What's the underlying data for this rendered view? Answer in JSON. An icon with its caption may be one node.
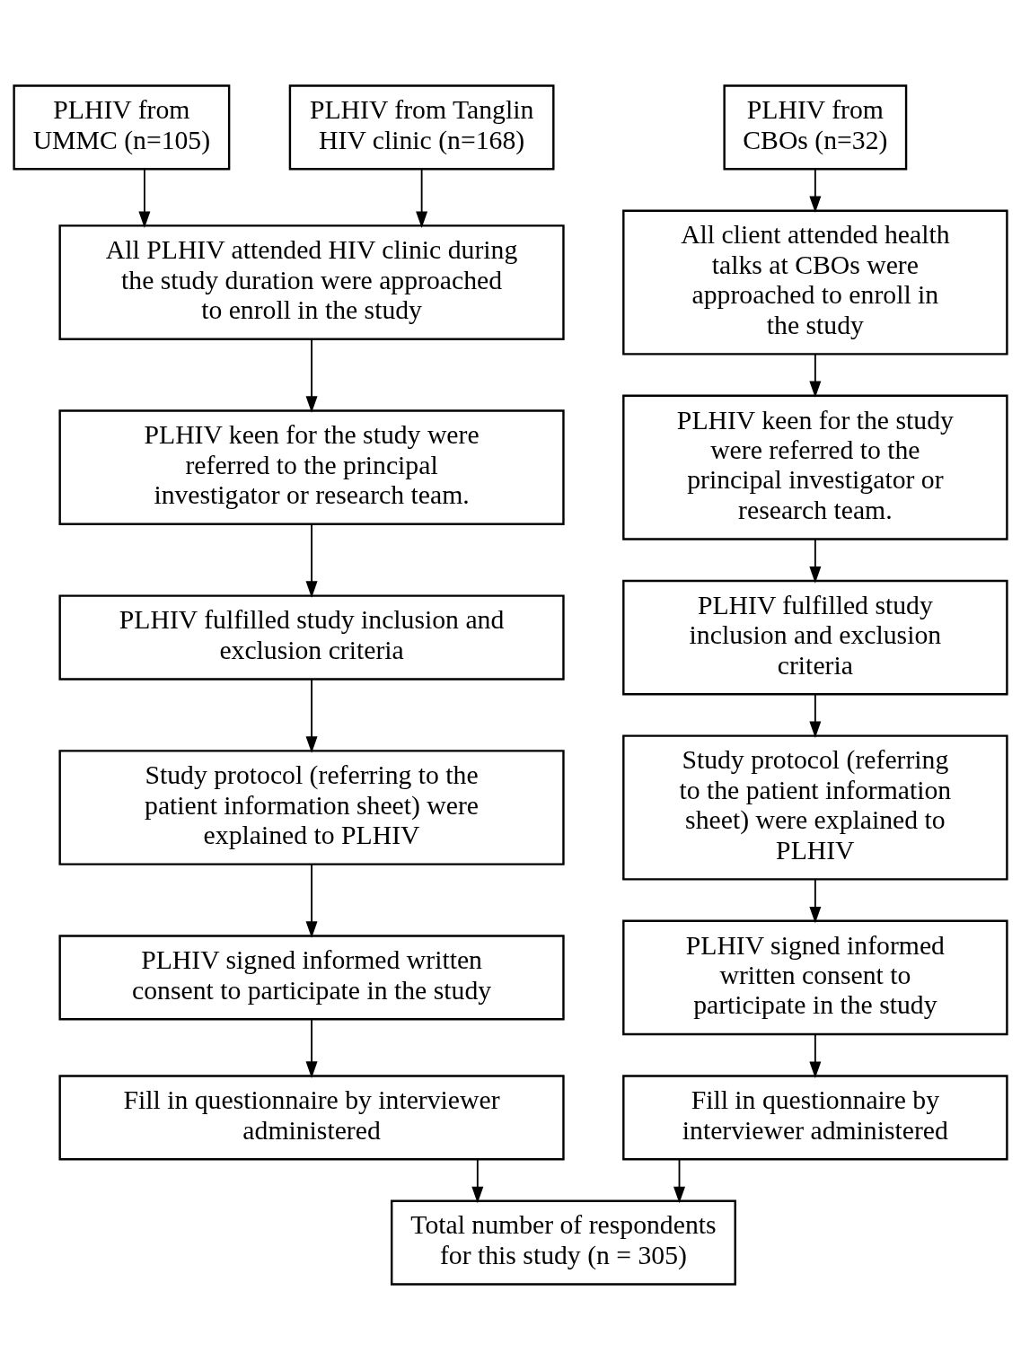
{
  "diagram": {
    "nodes": [
      {
        "text": [
          "PLHIV from UMMC (n=105)"
        ]
      },
      {
        "text": [
          "PLHIV from Tanglin HIV clinic (n=168)"
        ]
      },
      {
        "text": [
          "PLHIV from CBOs (n=32)"
        ]
      },
      {
        "text": [
          "All PLHIV attended HIV clinic during the study duration were approached to enroll in the study"
        ]
      },
      {
        "text": [
          "All client attended health talks at CBOs were approached to enroll in the study"
        ]
      },
      {
        "text": [
          "PLHIV keen for the study were referred to the principal investigator or research team."
        ]
      },
      {
        "text": [
          "PLHIV keen for the study were referred to the principal investigator or research team."
        ]
      },
      {
        "text": [
          "PLHIV fulfilled study inclusion and exclusion criteria"
        ]
      },
      {
        "text": [
          "PLHIV fulfilled study inclusion and exclusion criteria"
        ]
      },
      {
        "text": [
          "Study protocol (referring to the patient information sheet) were explained to PLHIV"
        ]
      },
      {
        "text": [
          "Study protocol (referring to the patient information sheet) were explained to PLHIV"
        ]
      },
      {
        "text": [
          "PLHIV signed informed written consent to participate in the study"
        ]
      },
      {
        "text": [
          "PLHIV signed informed written consent to participate in the study"
        ]
      },
      {
        "text": [
          "Fill in questionnaire by interviewer administered"
        ]
      },
      {
        "text": [
          "Fill in questionnaire by interviewer administered"
        ]
      },
      {
        "text": [
          "Total number of respondents for this study (n = 305)"
        ]
      }
    ],
    "edges": [
      {
        "from": 0,
        "to": 3,
        "arrow": "to"
      },
      {
        "from": 1,
        "to": 3,
        "arrow": "to"
      },
      {
        "from": 2,
        "to": 4,
        "arrow": "to"
      },
      {
        "from": 3,
        "to": 5,
        "arrow": "to"
      },
      {
        "from": 4,
        "to": 6,
        "arrow": "to"
      },
      {
        "from": 5,
        "to": 7,
        "arrow": "to"
      },
      {
        "from": 6,
        "to": 8,
        "arrow": "to"
      },
      {
        "from": 7,
        "to": 9,
        "arrow": "to"
      },
      {
        "from": 8,
        "to": 10,
        "arrow": "to"
      },
      {
        "from": 9,
        "to": 11,
        "arrow": "to"
      },
      {
        "from": 10,
        "to": 12,
        "arrow": "to"
      },
      {
        "from": 11,
        "to": 13,
        "arrow": "to"
      },
      {
        "from": 12,
        "to": 14,
        "arrow": "to"
      },
      {
        "from": 13,
        "to": 15,
        "arrow": "to"
      },
      {
        "from": 14,
        "to": 15,
        "arrow": "to"
      }
    ]
  }
}
